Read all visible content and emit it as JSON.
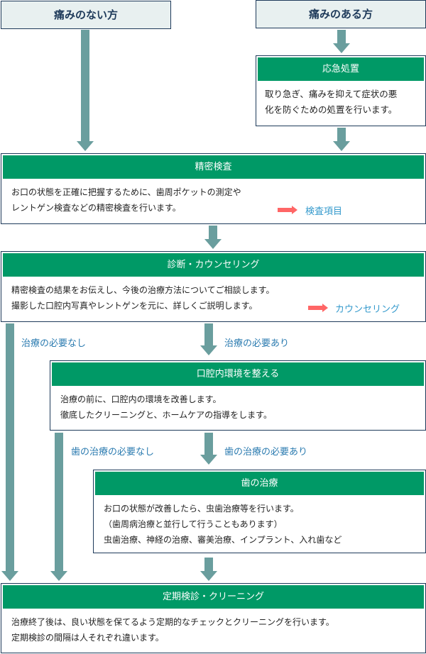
{
  "start": {
    "no_pain": "痛みのない方",
    "pain": "痛みのある方"
  },
  "steps": {
    "emergency": {
      "title": "応急処置",
      "lines": [
        "取り急ぎ、痛みを抑えて症状の悪",
        "化を防ぐための処置を行います。"
      ]
    },
    "exam": {
      "title": "精密検査",
      "lines": [
        "お口の状態を正確に把握するために、歯周ポケットの測定や",
        "レントゲン検査などの精密検査を行います。"
      ],
      "link": "検査項目"
    },
    "diagnosis": {
      "title": "診断・カウンセリング",
      "lines": [
        "精密検査の結果をお伝えし、今後の治療方法についてご相談します。",
        "撮影した口腔内写真やレントゲンを元に、詳しくご説明します。"
      ],
      "link": "カウンセリング"
    },
    "environment": {
      "title": "口腔内環境を整える",
      "lines": [
        "治療の前に、口腔内の環境を改善します。",
        "徹底したクリーニングと、ホームケアの指導をします。"
      ]
    },
    "treatment": {
      "title": "歯の治療",
      "lines": [
        "お口の状態が改善したら、虫歯治療等を行います。",
        "（歯周病治療と並行して行うこともあります）",
        "虫歯治療、神経の治療、審美治療、インプラント、入れ歯など"
      ]
    },
    "checkup": {
      "title": "定期検診・クリーニング",
      "lines": [
        "治療終了後は、良い状態を保てるよう定期的なチェックとクリーニングを行います。",
        "定期検診の間隔は人それぞれ違います。"
      ]
    }
  },
  "branches": {
    "no_treatment": "治療の必要なし",
    "treatment": "治療の必要あり",
    "no_dental": "歯の治療の必要なし",
    "dental": "歯の治療の必要あり"
  },
  "colors": {
    "header": "#009966",
    "arrow": "#6a9e9e",
    "border": "#1e3a5a",
    "link": "#3399cc",
    "link_arrow": "#ff6666"
  }
}
